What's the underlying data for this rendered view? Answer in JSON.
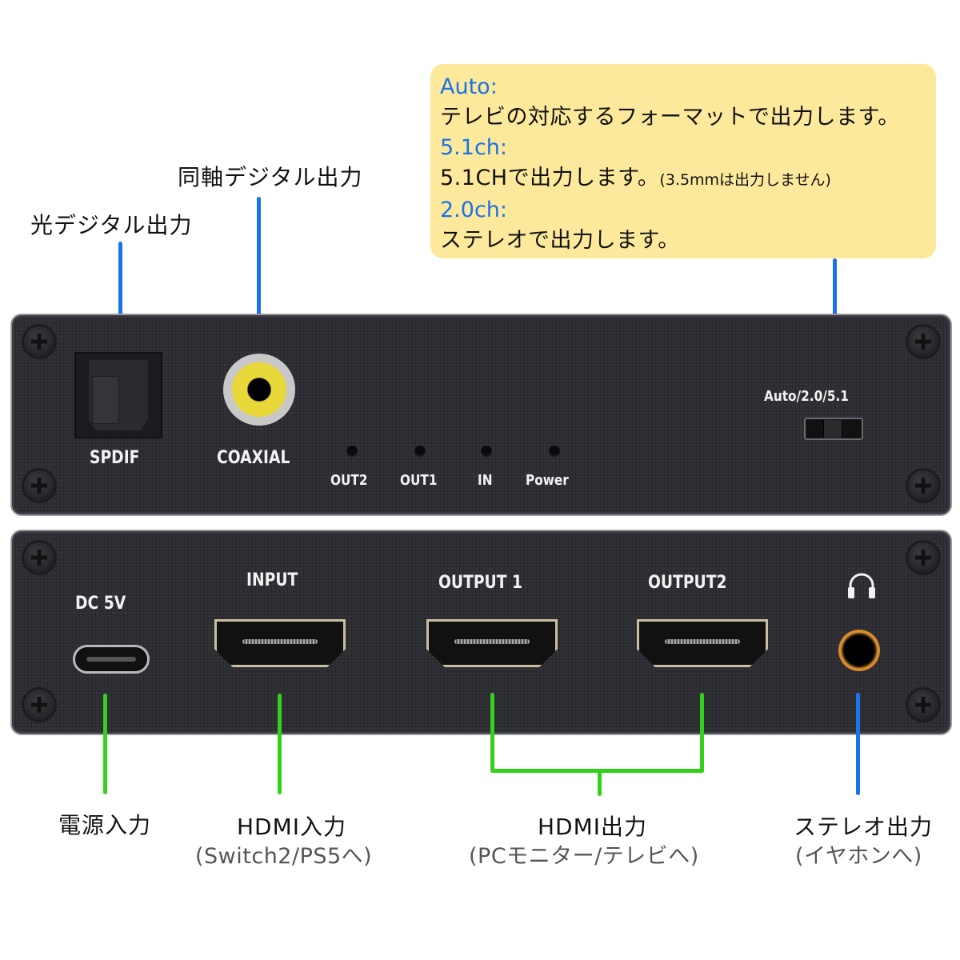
{
  "callout": {
    "modes": [
      {
        "heading": "Auto:",
        "text": "テレビの対応するフォーマットで出力します。",
        "note": ""
      },
      {
        "heading": "5.1ch:",
        "text": "5.1CHで出力します。",
        "note": "(3.5mmは出力しません)"
      },
      {
        "heading": "2.0ch:",
        "text": "ステレオで出力します。",
        "note": ""
      }
    ]
  },
  "top_labels": {
    "optical": "光デジタル出力",
    "coaxial": "同軸デジタル出力"
  },
  "top_panel": {
    "spdif": "SPDIF",
    "coaxial": "COAXIAL",
    "leds": [
      "OUT2",
      "OUT1",
      "IN",
      "Power"
    ],
    "switch_label": "Auto/2.0/5.1",
    "switch_position": "2.0"
  },
  "bottom_panel": {
    "dc": "DC 5V",
    "input": "INPUT",
    "output1": "OUTPUT 1",
    "output2": "OUTPUT2",
    "headphone_icon": "headphone-icon"
  },
  "bottom_labels": {
    "power": {
      "title": "電源入力",
      "sub": ""
    },
    "hdmi_in": {
      "title": "HDMI入力",
      "sub": "(Switch2/PS5へ)"
    },
    "hdmi_out": {
      "title": "HDMI出力",
      "sub": "(PCモニター/テレビへ)"
    },
    "stereo": {
      "title": "ステレオ出力",
      "sub": "(イヤホンへ)"
    }
  },
  "colors": {
    "callout_bg": "#fde99b",
    "heading_blue": "#1a73e8",
    "line_blue": "#1a73e8",
    "line_green": "#33d11a",
    "panel": "#2d2e33"
  }
}
